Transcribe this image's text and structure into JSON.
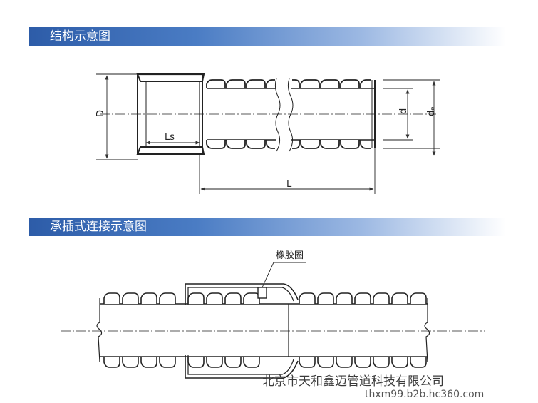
{
  "sections": {
    "structure_title": "结构示意图",
    "joint_title": "承插式连接示意图"
  },
  "structure_diagram": {
    "label_D": "D",
    "label_Ls": "Ls",
    "label_L": "L",
    "label_d": "d",
    "label_de": "dₑ"
  },
  "joint_diagram": {
    "label_gasket": "橡胶圈"
  },
  "watermark": {
    "company": "北京市天和鑫迈管道科技有限公司",
    "url": "thxm99.b2b.hc360.com"
  }
}
